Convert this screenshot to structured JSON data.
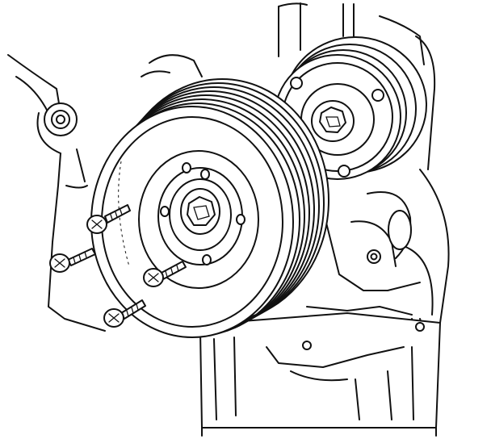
{
  "diagram": {
    "components": [
      {
        "name": "crankshaft-pulley",
        "icon": "pulley-icon"
      },
      {
        "name": "idler-pulley",
        "icon": "pulley-icon"
      },
      {
        "name": "crankshaft-center-bolt",
        "icon": "hex-bolt-icon"
      },
      {
        "name": "pulley-bolts",
        "count": 4,
        "icon": "screw-icon"
      },
      {
        "name": "engine-block"
      },
      {
        "name": "oil-pan"
      }
    ],
    "colors": {
      "ink": "#111111",
      "paper": "#ffffff"
    }
  }
}
